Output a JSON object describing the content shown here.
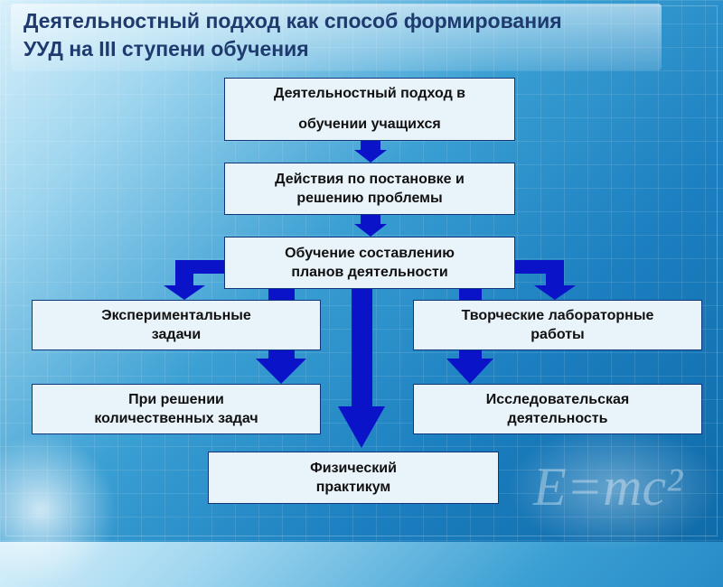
{
  "title_line1": "Деятельностный подход как способ формирования",
  "title_line2": "УУД на III ступени обучения",
  "boxes": {
    "root": "Деятельностный подход в\nобучении учащихся",
    "actions": "Действия по постановке и\nрешению проблемы",
    "plans": "Обучение составлению\nпланов деятельности",
    "experimental": "Экспериментальные\nзадачи",
    "creative": "Творческие лабораторные\nработы",
    "quantitative": "При решении\nколичественных  задач",
    "research": "Исследовательская\nдеятельность",
    "practicum": "Физический\nпрактикум"
  },
  "colors": {
    "arrow": "#0a13c8",
    "box_border": "#10357a",
    "box_fill": "#e9f3fa",
    "title": "#1f3a6e"
  },
  "watermark": "E=mc²"
}
